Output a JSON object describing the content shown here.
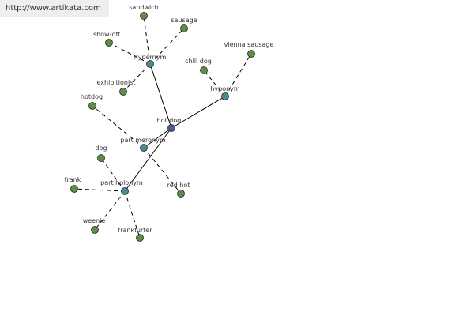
{
  "watermark": {
    "url": "http://www.artikata.com"
  },
  "colors": {
    "leaf": "#5c8f44",
    "relation": "#4a8a96",
    "center": "#4a5aa0",
    "solid_edge": "#000000",
    "dashed_edge": "#000000"
  },
  "graph": {
    "center": "hot dog",
    "relations": [
      "hypernym",
      "hyponym",
      "part meronym",
      "part holonym"
    ],
    "leaves": {
      "hypernym": [
        "sandwich",
        "sausage",
        "show-off",
        "exhibitionist"
      ],
      "hyponym": [
        "chili dog",
        "vienna sausage"
      ],
      "part meronym": [
        "hotdog",
        "red hot"
      ],
      "part holonym": [
        "dog",
        "frank",
        "weenie",
        "frankfurter"
      ]
    }
  }
}
